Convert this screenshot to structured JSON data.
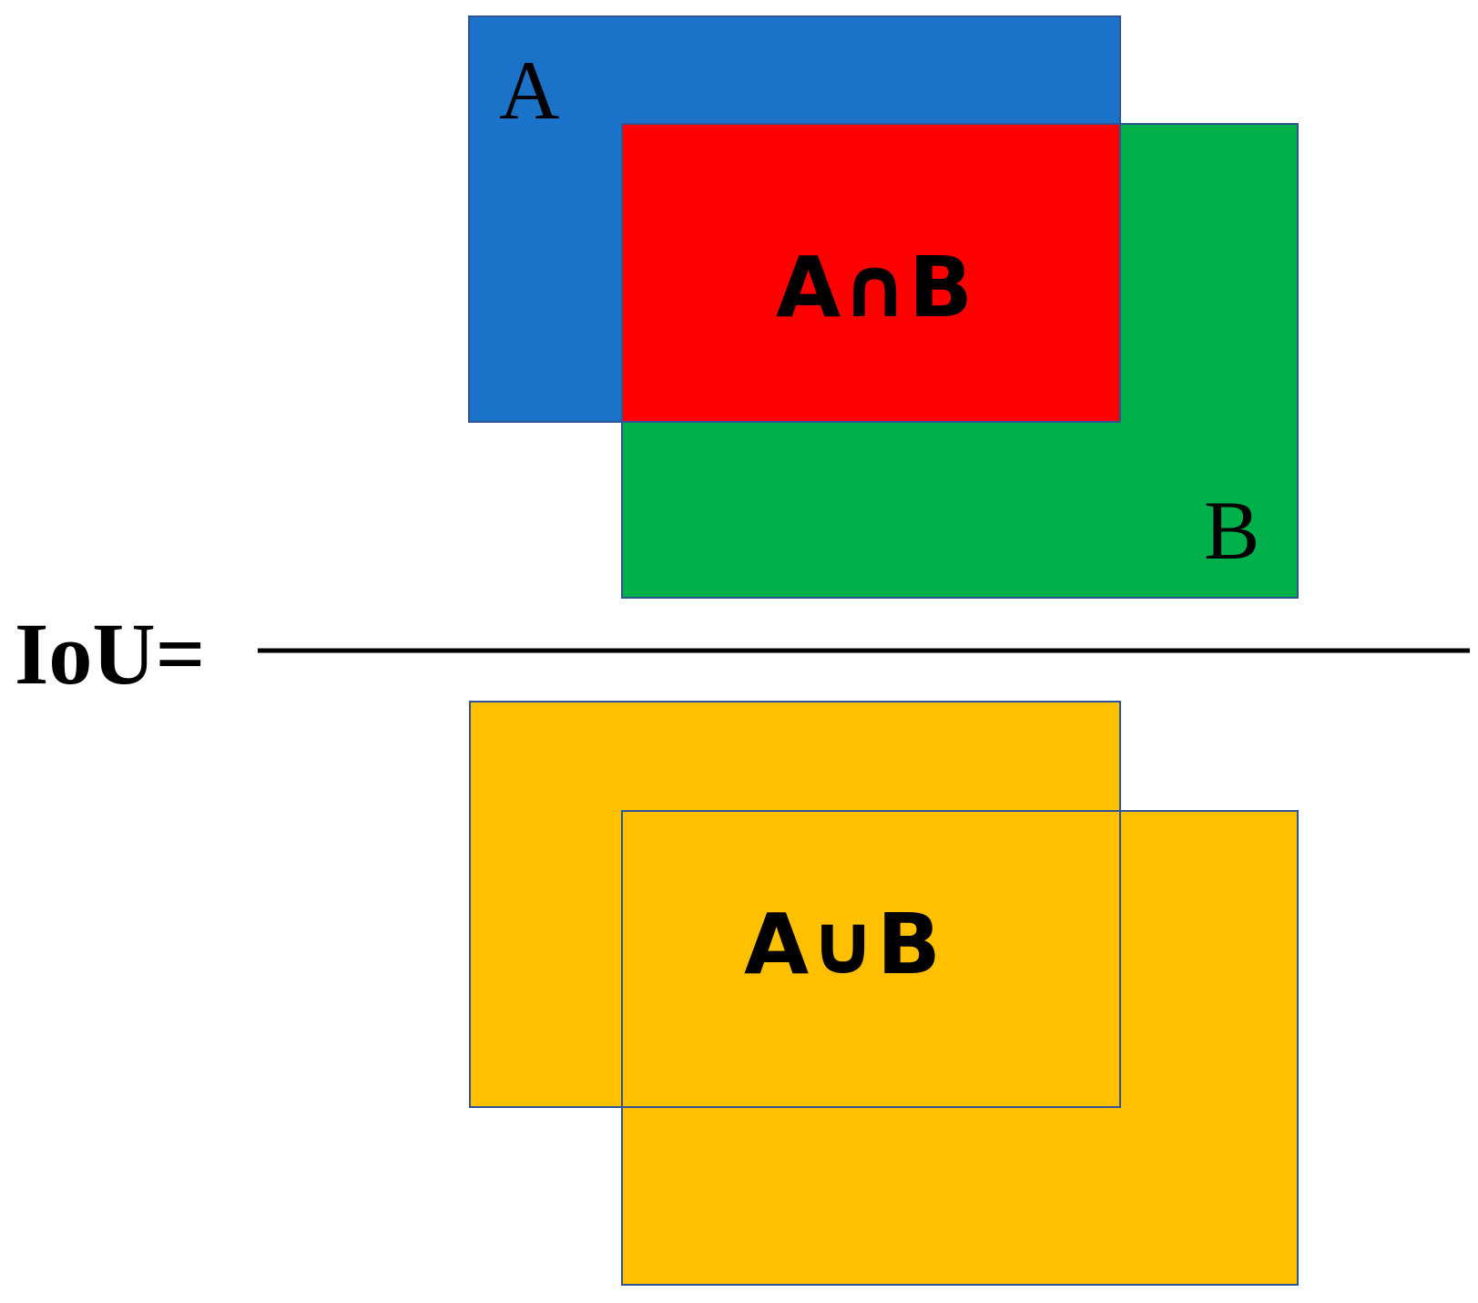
{
  "formula": {
    "lhs": "IoU="
  },
  "numerator": {
    "box_a_label": "A",
    "box_b_label": "B",
    "intersection_label": "A∩B"
  },
  "denominator": {
    "union_label": "A∪B"
  },
  "colors": {
    "box_a": "#1a73c8",
    "box_b": "#00b04a",
    "intersection": "#ff0000",
    "union": "#ffc000",
    "outline": "#2f5597",
    "text": "#000000",
    "fraction_bar": "#000000"
  }
}
